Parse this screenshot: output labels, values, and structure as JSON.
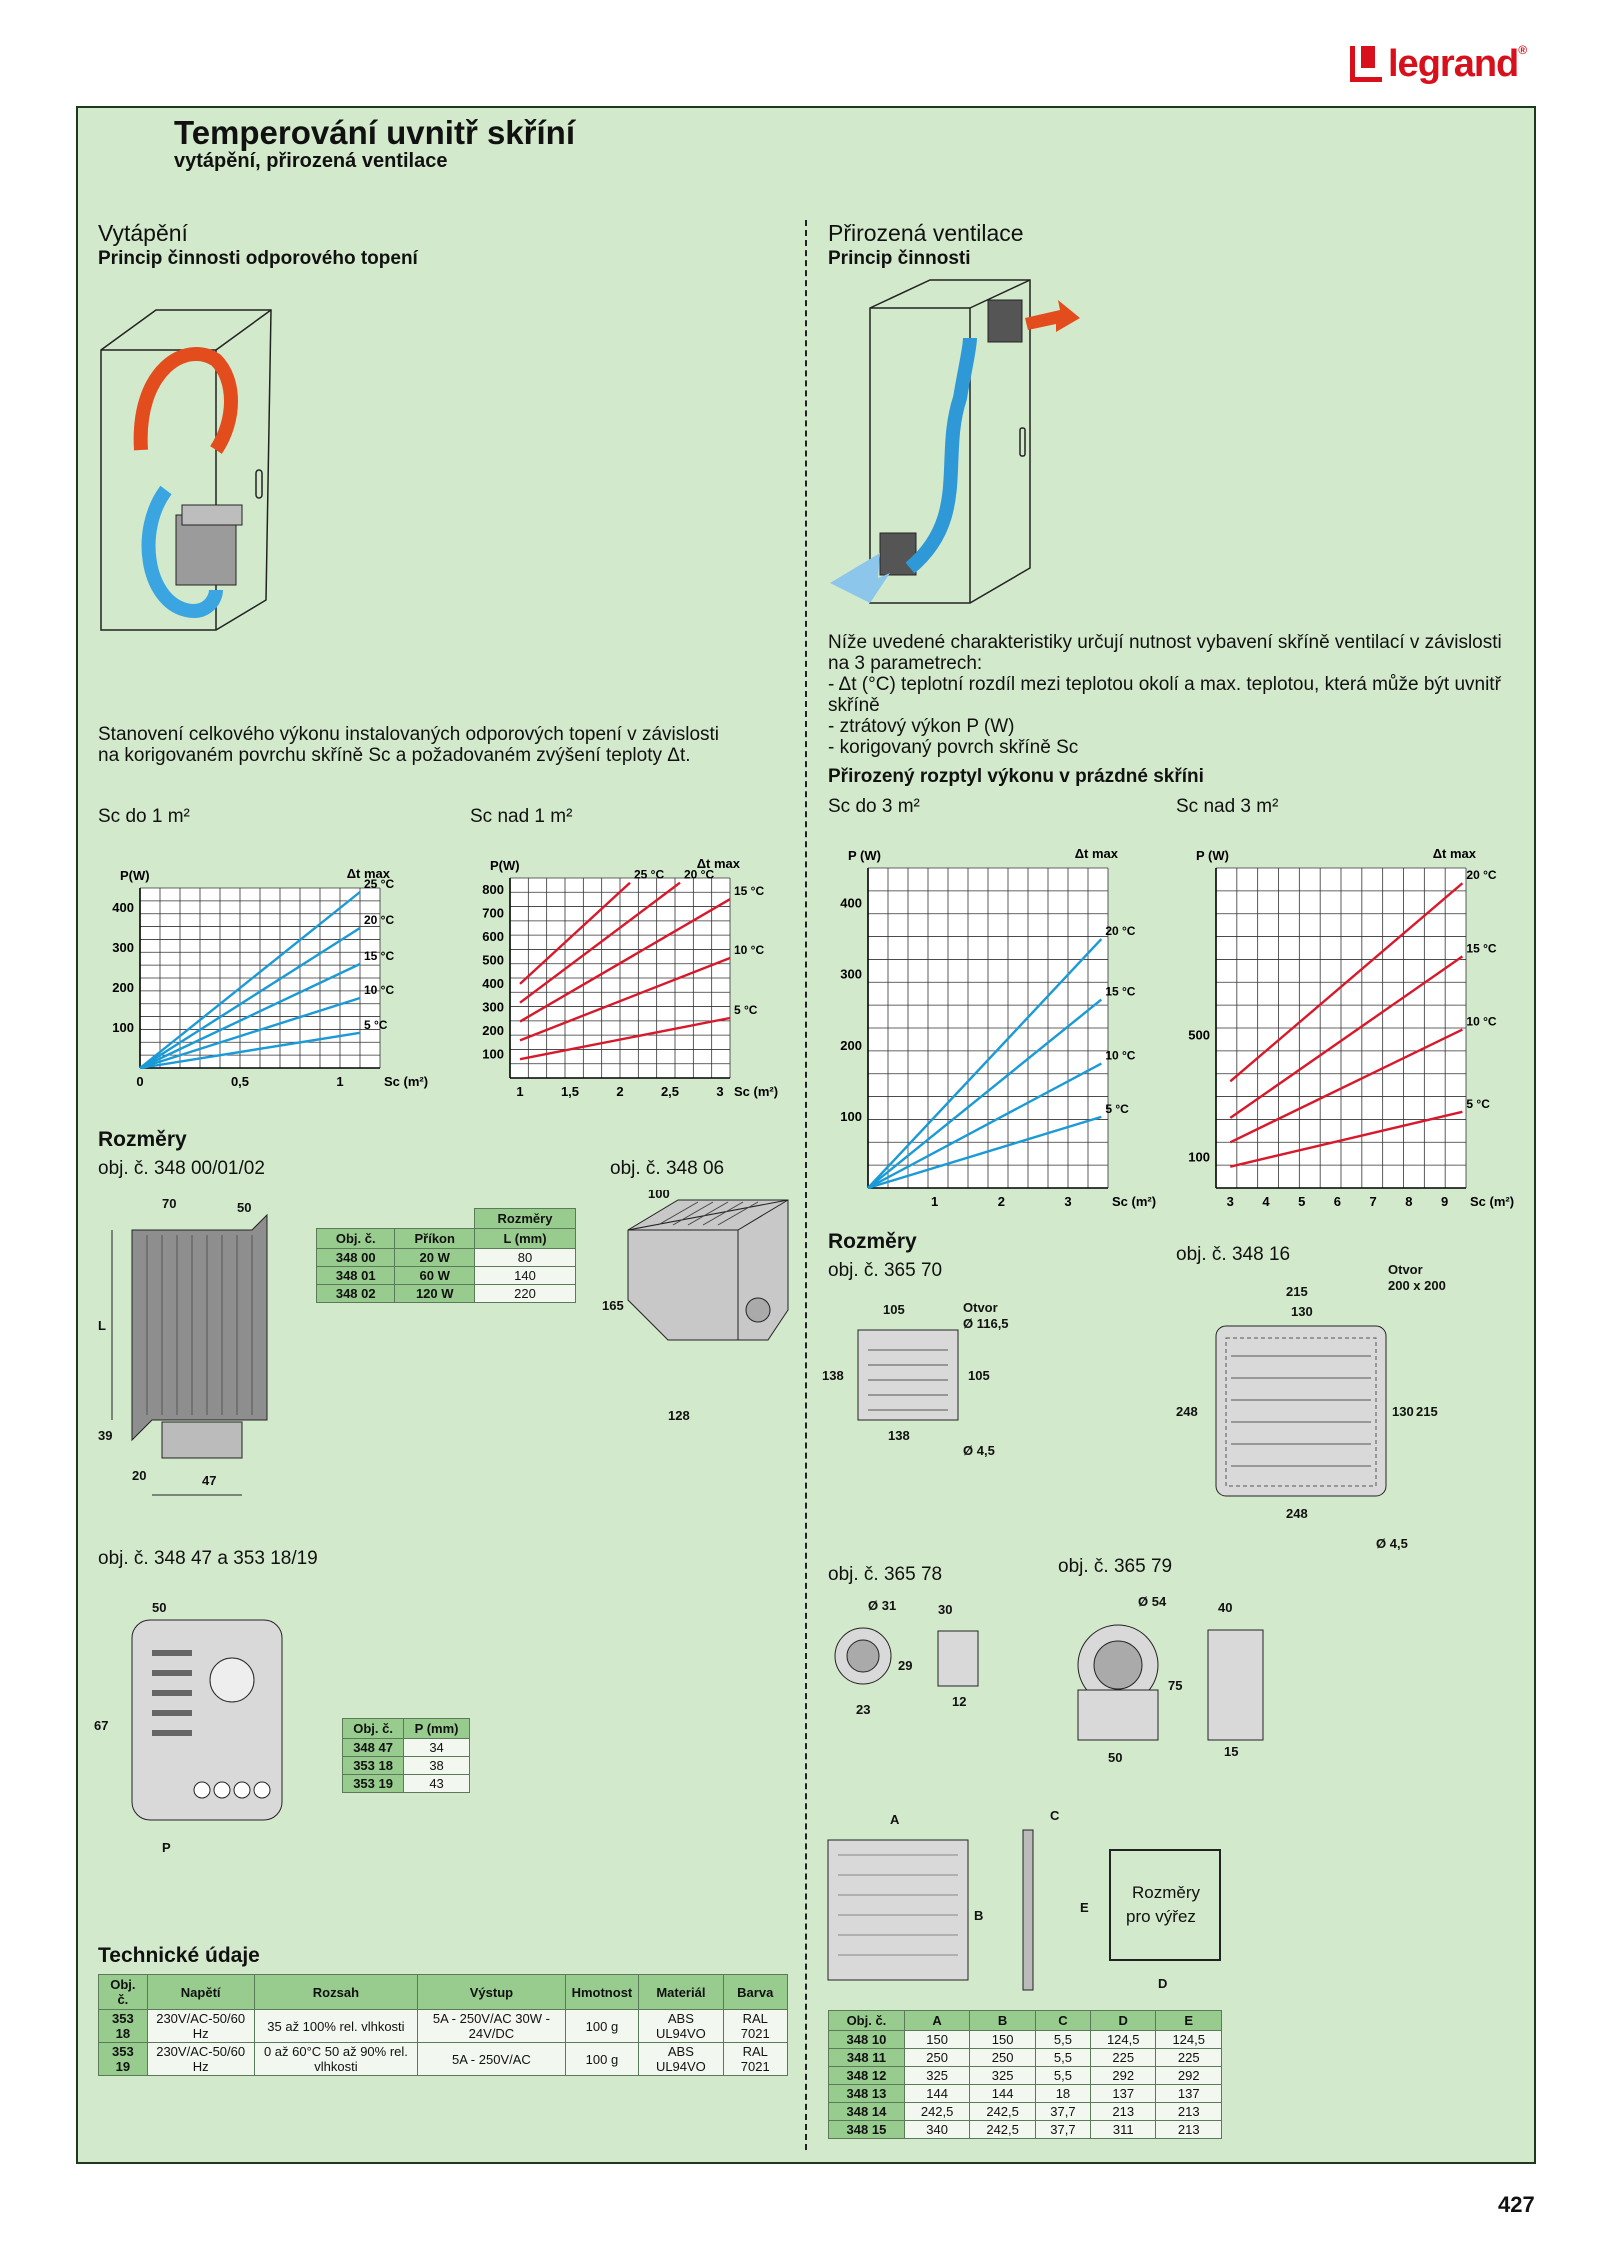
{
  "brand": "legrand",
  "page_number": "427",
  "title": "Temperování uvnitř skříní",
  "subtitle": "vytápění, přirozená ventilace",
  "heating": {
    "heading": "Vytápění",
    "subheading": "Princip činnosti odporového topení",
    "description": "Stanovení celkového výkonu instalovaných odporových topení v závislosti na korigovaném povrchu skříně Sc a požadovaném zvýšení teploty Δt.",
    "chart_label_left": "Sc do 1 m²",
    "chart_label_right": "Sc nad 1 m²"
  },
  "ventilation": {
    "heading": "Přirozená ventilace",
    "subheading": "Princip činnosti",
    "description": "Níže uvedené charakteristiky určují nutnost vybavení skříně ventilací v závislosti na 3 parametrech:",
    "bullets": [
      "- Δt (°C) teplotní rozdíl mezi teplotou okolí a max. teplotou, která může být uvnitř skříně",
      "- ztrátový výkon P (W)",
      "- korigovaný povrch skříně Sc"
    ],
    "chart_heading": "Přirozený rozptyl výkonu v prázdné skříni",
    "chart_label_left": "Sc do 3 m²",
    "chart_label_right": "Sc nad 3 m²"
  },
  "dimensions_left": {
    "heading": "Rozměry",
    "ref1": "obj. č. 348 00/01/02",
    "ref2": "obj. č. 348 06",
    "ref3": "obj. č. 348 47 a 353 18/19",
    "drawing1_labels": [
      "70",
      "50",
      "L",
      "39",
      "20",
      "47"
    ],
    "drawing2_labels": [
      "100",
      "165",
      "128"
    ],
    "drawing3_labels": [
      "50",
      "67",
      "P"
    ],
    "table1": {
      "group_header": "Rozměry",
      "headers": [
        "Obj. č.",
        "Příkon",
        "L (mm)"
      ],
      "rows": [
        [
          "348 00",
          "20 W",
          "80"
        ],
        [
          "348 01",
          "60 W",
          "140"
        ],
        [
          "348 02",
          "120 W",
          "220"
        ]
      ]
    },
    "table2": {
      "headers": [
        "Obj. č.",
        "P (mm)"
      ],
      "rows": [
        [
          "348 47",
          "34"
        ],
        [
          "353 18",
          "38"
        ],
        [
          "353 19",
          "43"
        ]
      ]
    }
  },
  "technical": {
    "heading": "Technické údaje",
    "headers": [
      "Obj. č.",
      "Napětí",
      "Rozsah",
      "Výstup",
      "Hmotnost",
      "Materiál",
      "Barva"
    ],
    "rows": [
      [
        "353 18",
        "230V/AC-50/60 Hz",
        "35 až 100% rel. vlhkosti",
        "5A - 250V/AC 30W - 24V/DC",
        "100 g",
        "ABS UL94VO",
        "RAL 7021"
      ],
      [
        "353 19",
        "230V/AC-50/60 Hz",
        "0 až 60°C 50 až 90% rel. vlhkosti",
        "5A - 250V/AC",
        "100 g",
        "ABS UL94VO",
        "RAL 7021"
      ]
    ]
  },
  "dimensions_right": {
    "heading": "Rozměry",
    "ref1": "obj. č. 365 70",
    "ref2": "obj. č. 348 16",
    "ref3": "obj. č. 365 78",
    "ref4": "obj. č. 365 79",
    "d1_labels": [
      "105",
      "Otvor",
      "Ø 116,5",
      "138",
      "105",
      "138",
      "Ø 4,5"
    ],
    "d2_labels": [
      "Otvor",
      "200 x 200",
      "215",
      "130",
      "248",
      "130",
      "215",
      "248",
      "Ø 4,5"
    ],
    "d3_labels": [
      "Ø 31",
      "30",
      "29",
      "23",
      "12"
    ],
    "d4_labels": [
      "Ø 54",
      "40",
      "75",
      "50",
      "15"
    ],
    "d5_labels": [
      "A",
      "C",
      "B",
      "E",
      "D",
      "Rozměry",
      "pro výřez"
    ],
    "table": {
      "headers": [
        "Obj. č.",
        "A",
        "B",
        "C",
        "D",
        "E"
      ],
      "rows": [
        [
          "348 10",
          "150",
          "150",
          "5,5",
          "124,5",
          "124,5"
        ],
        [
          "348 11",
          "250",
          "250",
          "5,5",
          "225",
          "225"
        ],
        [
          "348 12",
          "325",
          "325",
          "5,5",
          "292",
          "292"
        ],
        [
          "348 13",
          "144",
          "144",
          "18",
          "137",
          "137"
        ],
        [
          "348 14",
          "242,5",
          "242,5",
          "37,7",
          "213",
          "213"
        ],
        [
          "348 15",
          "340",
          "242,5",
          "37,7",
          "311",
          "213"
        ]
      ]
    }
  },
  "chart_data": [
    {
      "type": "line",
      "title": "Sc do 1 m²",
      "xlabel": "Sc (m²)",
      "ylabel": "P(W)",
      "legend_title": "Δt max",
      "x_ticks": [
        "0",
        "0,5",
        "1"
      ],
      "y_ticks": [
        "100",
        "200",
        "300",
        "400"
      ],
      "xlim": [
        0,
        1.2
      ],
      "ylim": [
        0,
        450
      ],
      "color": "#1a9ad6",
      "series": [
        {
          "name": "25 °C",
          "x": [
            0,
            1.1
          ],
          "y": [
            0,
            440
          ]
        },
        {
          "name": "20 °C",
          "x": [
            0,
            1.1
          ],
          "y": [
            0,
            350
          ]
        },
        {
          "name": "15 °C",
          "x": [
            0,
            1.1
          ],
          "y": [
            0,
            260
          ]
        },
        {
          "name": "10 °C",
          "x": [
            0,
            1.1
          ],
          "y": [
            0,
            175
          ]
        },
        {
          "name": "5 °C",
          "x": [
            0,
            1.1
          ],
          "y": [
            0,
            88
          ]
        }
      ]
    },
    {
      "type": "line",
      "title": "Sc nad 1 m²",
      "xlabel": "Sc (m²)",
      "ylabel": "P(W)",
      "legend_title": "Δt max",
      "x_ticks": [
        "1",
        "1,5",
        "2",
        "2,5",
        "3"
      ],
      "y_ticks": [
        "100",
        "200",
        "300",
        "400",
        "500",
        "600",
        "700",
        "800"
      ],
      "xlim": [
        0.9,
        3.1
      ],
      "ylim": [
        0,
        850
      ],
      "color": "#d7192b",
      "series": [
        {
          "name": "25 °C",
          "x": [
            1,
            2.1
          ],
          "y": [
            400,
            830
          ]
        },
        {
          "name": "20 °C",
          "x": [
            1,
            2.6
          ],
          "y": [
            320,
            830
          ]
        },
        {
          "name": "15 °C",
          "x": [
            1,
            3.1
          ],
          "y": [
            240,
            760
          ]
        },
        {
          "name": "10 °C",
          "x": [
            1,
            3.1
          ],
          "y": [
            160,
            510
          ]
        },
        {
          "name": "5 °C",
          "x": [
            1,
            3.1
          ],
          "y": [
            80,
            255
          ]
        }
      ]
    },
    {
      "type": "line",
      "title": "Sc do 3 m²",
      "xlabel": "Sc (m²)",
      "ylabel": "P (W)",
      "legend_title": "Δt max",
      "x_ticks": [
        "1",
        "2",
        "3"
      ],
      "y_ticks": [
        "100",
        "200",
        "300",
        "400"
      ],
      "xlim": [
        0,
        3.6
      ],
      "ylim": [
        0,
        450
      ],
      "color": "#1a9ad6",
      "series": [
        {
          "name": "20 °C",
          "x": [
            0,
            3.5
          ],
          "y": [
            0,
            350
          ]
        },
        {
          "name": "15 °C",
          "x": [
            0,
            3.5
          ],
          "y": [
            0,
            265
          ]
        },
        {
          "name": "10 °C",
          "x": [
            0,
            3.5
          ],
          "y": [
            0,
            175
          ]
        },
        {
          "name": "5 °C",
          "x": [
            0,
            3.5
          ],
          "y": [
            0,
            100
          ]
        }
      ]
    },
    {
      "type": "line",
      "title": "Sc nad 3 m²",
      "xlabel": "Sc (m²)",
      "ylabel": "P (W)",
      "legend_title": "Δt max",
      "x_ticks": [
        "3",
        "4",
        "5",
        "6",
        "7",
        "8",
        "9"
      ],
      "y_ticks": [
        "100",
        "500"
      ],
      "xlim": [
        2.6,
        9.6
      ],
      "ylim": [
        0,
        1050
      ],
      "color": "#d7192b",
      "series": [
        {
          "name": "20 °C",
          "x": [
            3,
            9.5
          ],
          "y": [
            350,
            1000
          ]
        },
        {
          "name": "15 °C",
          "x": [
            3,
            9.5
          ],
          "y": [
            230,
            760
          ]
        },
        {
          "name": "10 °C",
          "x": [
            3,
            9.5
          ],
          "y": [
            150,
            520
          ]
        },
        {
          "name": "5 °C",
          "x": [
            3,
            9.5
          ],
          "y": [
            70,
            250
          ]
        }
      ]
    }
  ]
}
